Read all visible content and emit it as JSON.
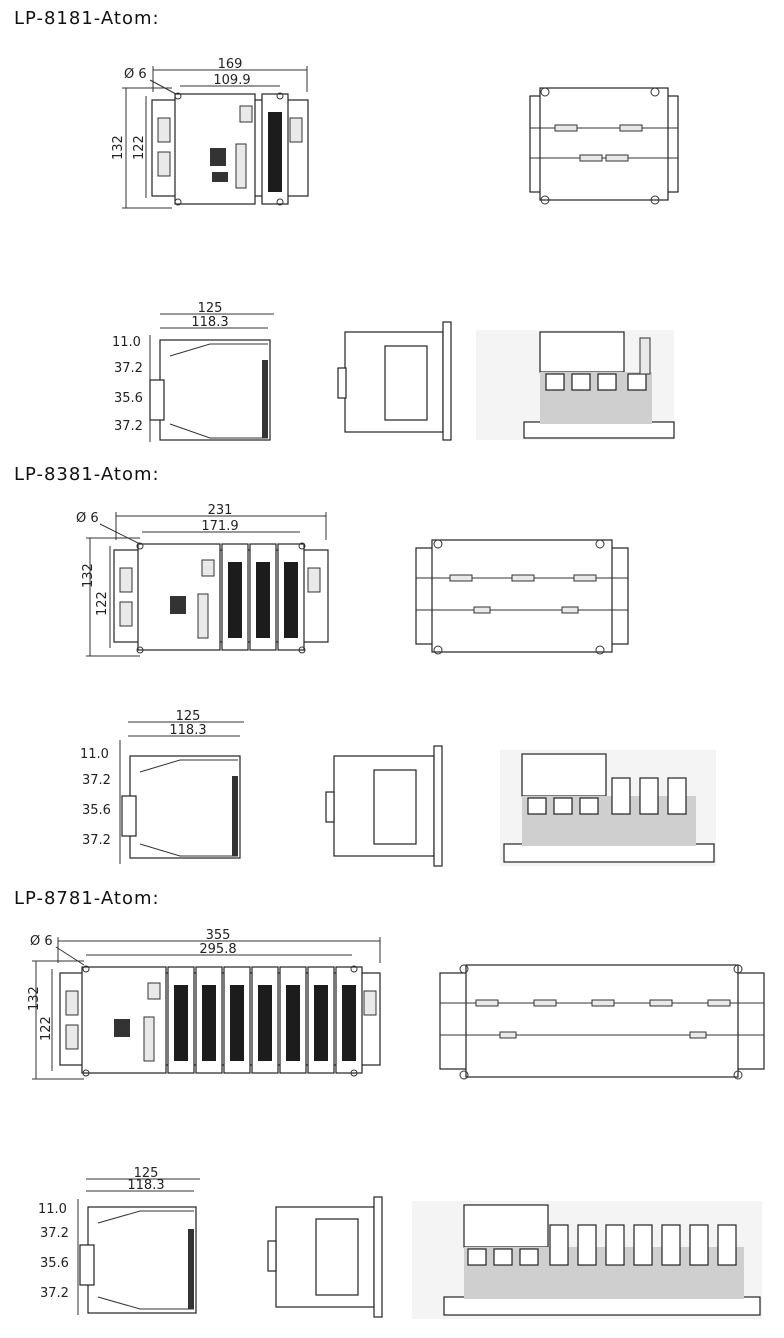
{
  "sections": [
    {
      "title": "LP-8181-Atom:",
      "front": {
        "width": "169",
        "hole_span": "109.9",
        "hole_dia": "Ø 6",
        "height": "132",
        "inner_height": "122"
      },
      "side": {
        "depth": "125",
        "inner_depth": "118.3",
        "d1": "11.0",
        "d2": "37.2",
        "d3": "35.6",
        "d4": "37.2"
      }
    },
    {
      "title": "LP-8381-Atom:",
      "front": {
        "width": "231",
        "hole_span": "171.9",
        "hole_dia": "Ø 6",
        "height": "132",
        "inner_height": "122"
      },
      "side": {
        "depth": "125",
        "inner_depth": "118.3",
        "d1": "11.0",
        "d2": "37.2",
        "d3": "35.6",
        "d4": "37.2"
      }
    },
    {
      "title": "LP-8781-Atom:",
      "front": {
        "width": "355",
        "hole_span": "295.8",
        "hole_dia": "Ø 6",
        "height": "132",
        "inner_height": "122"
      },
      "side": {
        "depth": "125",
        "inner_depth": "118.3",
        "d1": "11.0",
        "d2": "37.2",
        "d3": "35.6",
        "d4": "37.2"
      }
    }
  ]
}
